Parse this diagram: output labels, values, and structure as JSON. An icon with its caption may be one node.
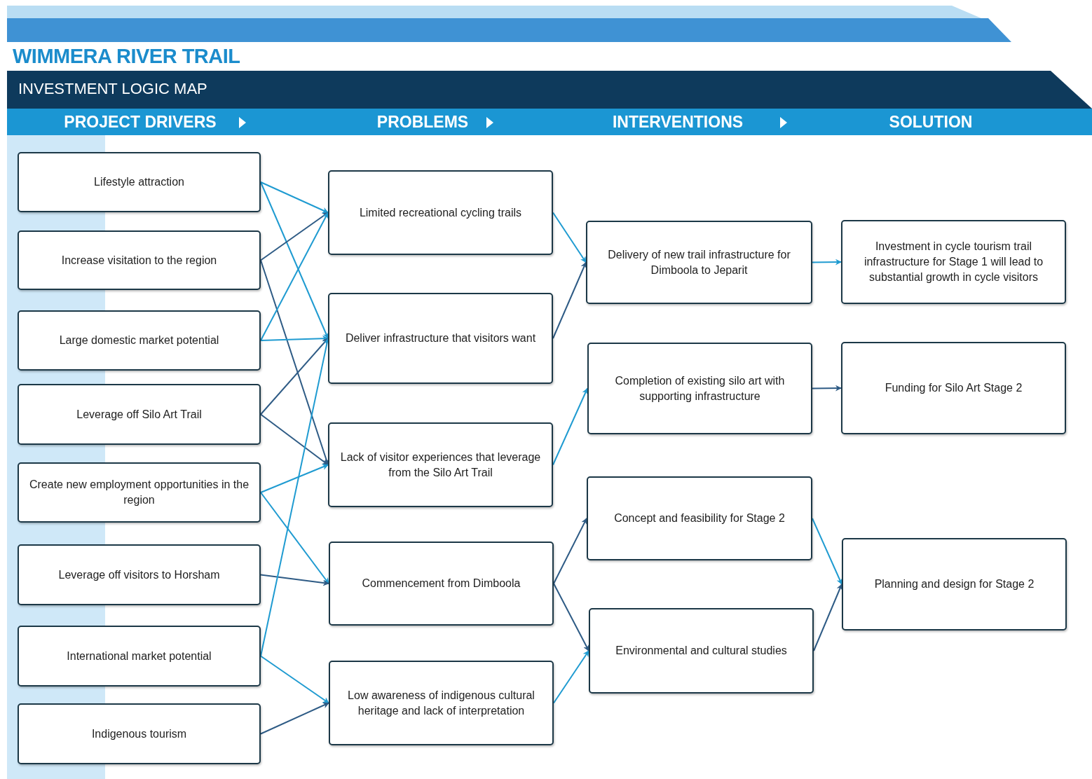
{
  "diagram": {
    "title": "WIMMERA RIVER TRAIL",
    "nodes": [
      {
        "text": [
          "Lifestyle attraction"
        ]
      },
      {
        "text": [
          "Increase visitation to the region"
        ]
      },
      {
        "text": [
          "Large domestic market potential"
        ]
      },
      {
        "text": [
          "Leverage off Silo Art Trail"
        ]
      },
      {
        "text": [
          "Create new employment opportunities in the region"
        ]
      },
      {
        "text": [
          "Leverage off visitors to Horsham"
        ]
      },
      {
        "text": [
          "International market potential"
        ]
      },
      {
        "text": [
          "Indigenous tourism"
        ]
      },
      {
        "text": [
          "Limited recreational cycling trails"
        ]
      },
      {
        "text": [
          "Deliver infrastructure that visitors want"
        ]
      },
      {
        "text": [
          "Lack of visitor experiences that leverage from the Silo Art Trail"
        ]
      },
      {
        "text": [
          "Commencement from Dimboola"
        ]
      },
      {
        "text": [
          "Low awareness of indigenous cultural heritage and lack of interpretation"
        ]
      },
      {
        "text": [
          "Delivery of new trail infrastructure for Dimboola to Jeparit"
        ]
      },
      {
        "text": [
          "Completion of existing silo art with supporting infrastructure"
        ]
      },
      {
        "text": [
          "Concept and feasibility for Stage 2"
        ]
      },
      {
        "text": [
          "Environmental and cultural studies"
        ]
      },
      {
        "text": [
          "Investment in cycle tourism trail infrastructure for Stage 1 will lead to substantial growth in cycle visitors"
        ]
      },
      {
        "text": [
          "Funding for Silo Art Stage 2"
        ]
      },
      {
        "text": [
          "Planning and design for Stage 2"
        ]
      }
    ],
    "edges": [
      {
        "from": 0,
        "to": 8,
        "arrow": "to"
      },
      {
        "from": 0,
        "to": 9,
        "arrow": "to"
      },
      {
        "from": 1,
        "to": 8,
        "arrow": "to",
        "color": "#2e5b85"
      },
      {
        "from": 1,
        "to": 10,
        "arrow": "to",
        "color": "#2e5b85"
      },
      {
        "from": 2,
        "to": 8,
        "arrow": "to"
      },
      {
        "from": 2,
        "to": 9,
        "arrow": "to"
      },
      {
        "from": 3,
        "to": 9,
        "arrow": "to",
        "color": "#2e5b85"
      },
      {
        "from": 3,
        "to": 10,
        "arrow": "to",
        "color": "#2e5b85"
      },
      {
        "from": 4,
        "to": 10,
        "arrow": "to"
      },
      {
        "from": 4,
        "to": 11,
        "arrow": "to"
      },
      {
        "from": 5,
        "to": 11,
        "arrow": "to",
        "color": "#2e5b85"
      },
      {
        "from": 6,
        "to": 9,
        "arrow": "to"
      },
      {
        "from": 6,
        "to": 12,
        "arrow": "to"
      },
      {
        "from": 7,
        "to": 12,
        "arrow": "to",
        "color": "#2e5b85"
      },
      {
        "from": 8,
        "to": 13,
        "arrow": "to"
      },
      {
        "from": 9,
        "to": 13,
        "arrow": "to",
        "color": "#2e5b85"
      },
      {
        "from": 10,
        "to": 14,
        "arrow": "to"
      },
      {
        "from": 11,
        "to": 15,
        "arrow": "to",
        "color": "#2e5b85"
      },
      {
        "from": 11,
        "to": 16,
        "arrow": "to",
        "color": "#2e5b85"
      },
      {
        "from": 12,
        "to": 16,
        "arrow": "to"
      },
      {
        "from": 13,
        "to": 17,
        "arrow": "to"
      },
      {
        "from": 14,
        "to": 18,
        "arrow": "to",
        "color": "#2e5b85"
      },
      {
        "from": 15,
        "to": 19,
        "arrow": "to"
      },
      {
        "from": 16,
        "to": 19,
        "arrow": "to",
        "color": "#2e5b85"
      }
    ],
    "labels": [
      "INVESTMENT LOGIC MAP",
      "PROJECT DRIVERS",
      "PROBLEMS",
      "INTERVENTIONS",
      "SOLUTION"
    ]
  }
}
